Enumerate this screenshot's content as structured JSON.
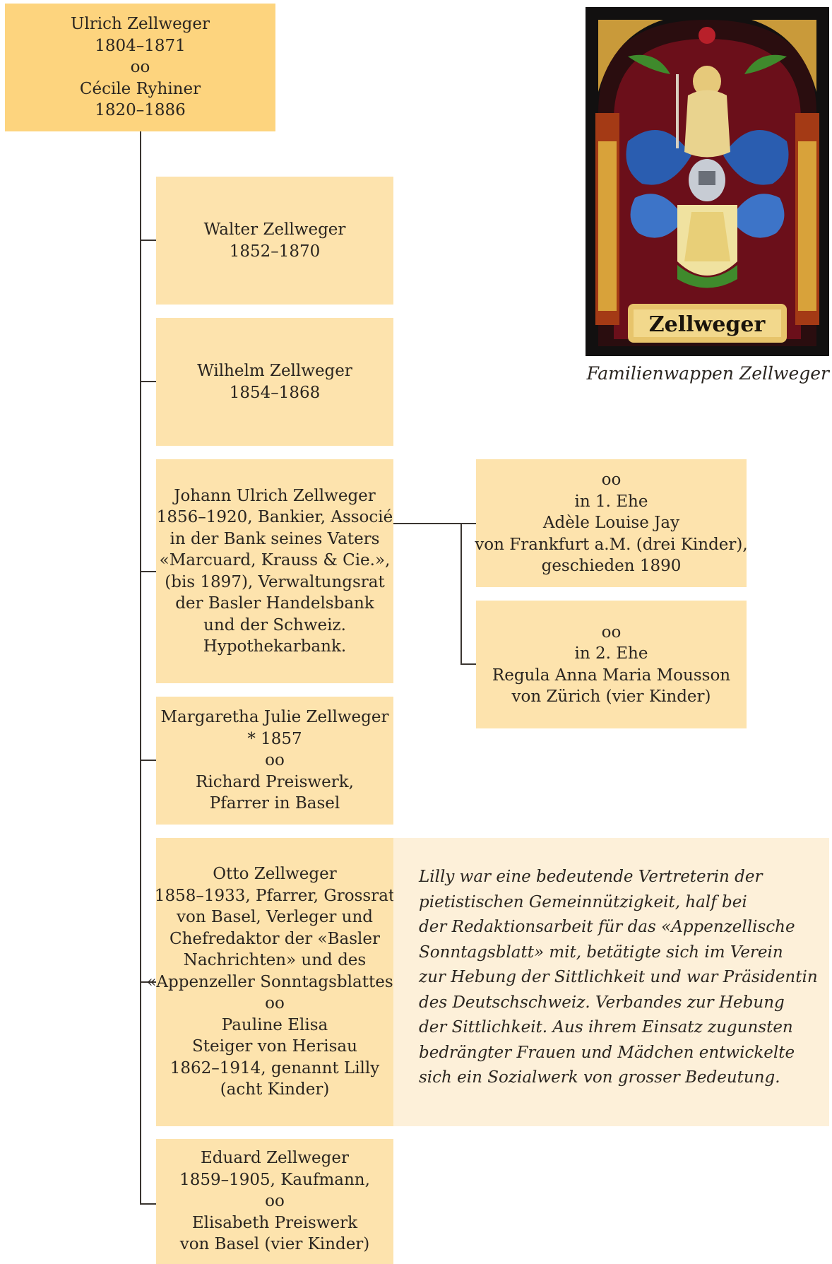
{
  "root": {
    "lines": [
      "Ulrich Zellweger",
      "1804–1871",
      "oo",
      "Cécile Ryhiner",
      "1820–1886"
    ]
  },
  "children": [
    {
      "lines": [
        "Walter Zellweger",
        "1852–1870"
      ]
    },
    {
      "lines": [
        "Wilhelm Zellweger",
        "1854–1868"
      ]
    },
    {
      "lines": [
        "Johann Ulrich Zellweger",
        "1856–1920, Bankier, Associé",
        "in der Bank seines Vaters",
        "«Marcuard, Krauss & Cie.»,",
        "(bis 1897), Verwaltungsrat",
        "der Basler Handelsbank",
        "und der Schweiz.",
        "Hypothekarbank."
      ]
    },
    {
      "lines": [
        "Margaretha Julie Zellweger",
        "* 1857",
        "oo",
        "Richard Preiswerk,",
        "Pfarrer in Basel"
      ]
    },
    {
      "lines": [
        "Otto Zellweger",
        "1858–1933, Pfarrer, Grossrat",
        "von Basel, Verleger und",
        "Chefredaktor der «Basler",
        "Nachrichten» und des",
        "«Appenzeller Sonntagsblattes»",
        "oo",
        "Pauline Elisa",
        "Steiger von Herisau",
        "1862–1914, genannt Lilly",
        "(acht Kinder)"
      ]
    },
    {
      "lines": [
        "Eduard Zellweger",
        "1859–1905, Kaufmann,",
        "oo",
        "Elisabeth Preiswerk",
        "von Basel (vier Kinder)"
      ]
    }
  ],
  "marriages": [
    {
      "lines": [
        "oo",
        "in 1. Ehe",
        "Adèle Louise Jay",
        "von Frankfurt a.M. (drei Kinder),",
        "geschieden 1890"
      ]
    },
    {
      "lines": [
        "oo",
        "in 2. Ehe",
        "Regula Anna Maria Mousson",
        "von Zürich (vier Kinder)"
      ]
    }
  ],
  "note": {
    "lines": [
      "Lilly war eine bedeutende Vertreterin der",
      "pietistischen Gemeinnützigkeit, half bei",
      "der Redaktionsarbeit für das «Appenzellische",
      "Sonntagsblatt» mit, betätigte sich im Verein",
      "zur Hebung der Sittlichkeit und war Präsidentin",
      "des Deutschschweiz. Verbandes zur Hebung",
      "der Sittlichkeit. Aus ihrem Einsatz zugunsten",
      "bedrängter Frauen und Mädchen entwickelte",
      "sich ein Sozialwerk von grosser Bedeutung."
    ]
  },
  "crest": {
    "banner_text": "Zellweger",
    "caption": "Familienwappen Zellweger"
  },
  "colors": {
    "root_fill": "#fdd47e",
    "child_fill": "#fde3ad",
    "note_fill": "#fdf0d9",
    "line_color": "#3a3530"
  }
}
